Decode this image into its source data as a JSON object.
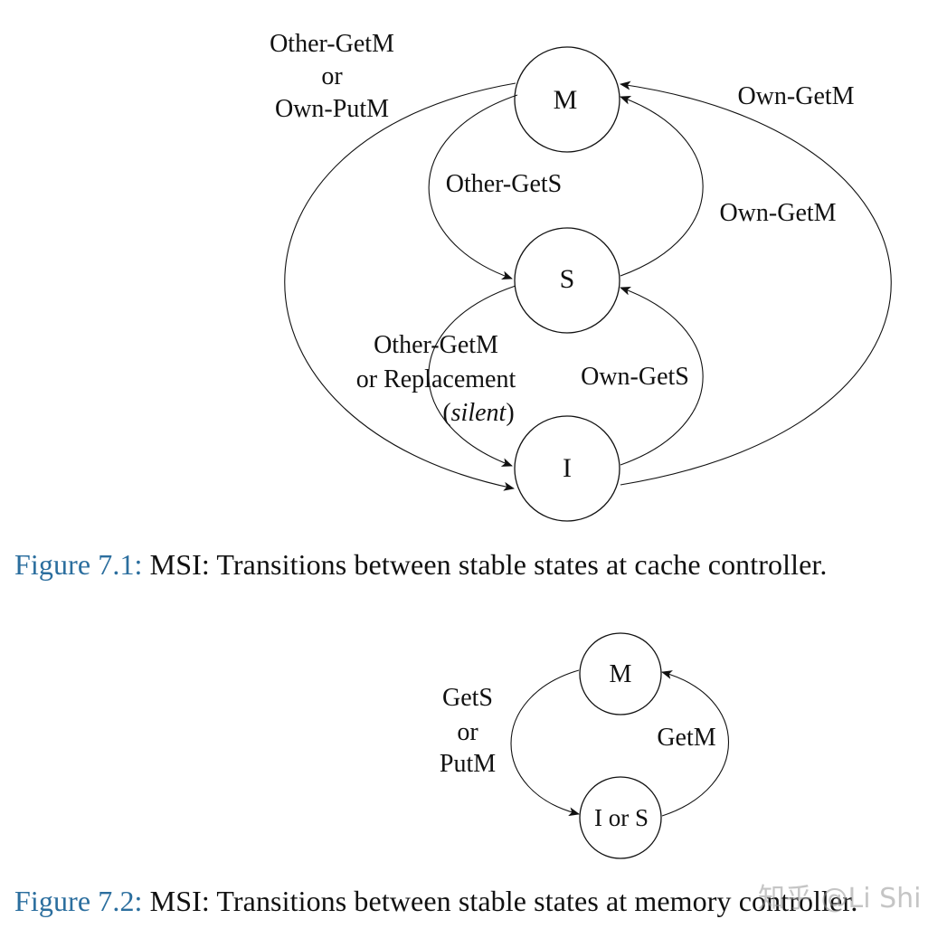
{
  "colors": {
    "ink": "#111111",
    "figure_label": "#2b6e9e",
    "watermark": "#9a9a9a"
  },
  "figure1": {
    "states": {
      "m": "M",
      "s": "S",
      "i": "I"
    },
    "edges": {
      "m_to_i_line1": "Other-GetM",
      "m_to_i_line2": "or",
      "m_to_i_line3": "Own-PutM",
      "i_to_m": "Own-GetM",
      "m_to_s": "Other-GetS",
      "s_to_m": "Own-GetM",
      "s_to_i_line1": "Other-GetM",
      "s_to_i_line2": "or Replacement",
      "s_to_i_line3_open": "(",
      "s_to_i_line3_italic": "silent",
      "s_to_i_line3_close": ")",
      "i_to_s": "Own-GetS"
    },
    "caption": {
      "label": "Figure 7.1:",
      "text": " MSI: Transitions between stable states at cache controller."
    }
  },
  "figure2": {
    "states": {
      "m": "M",
      "is": "I or S"
    },
    "edges": {
      "m_to_is_line1": "GetS",
      "m_to_is_line2": "or",
      "m_to_is_line3": "PutM",
      "is_to_m": "GetM"
    },
    "caption": {
      "label": "Figure 7.2:",
      "text": " MSI: Transitions between stable states at memory controller."
    }
  },
  "watermark": "知乎 @Li Shi"
}
